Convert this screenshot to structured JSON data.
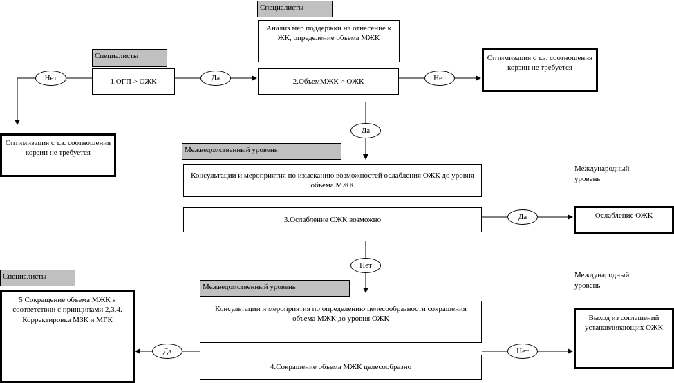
{
  "labels": {
    "specialists_top": "Специалисты",
    "specialists_left": "Специалисты",
    "interdept_1": "Межведомственный уровень",
    "interdept_2": "Межведомственный уровень",
    "specialists_bottom": "Специалисты",
    "intl_1": "Международный уровень",
    "intl_2": "Международный уровень"
  },
  "boxes": {
    "analysis": "Анализ мер поддержки на отнесение к ЖК, определение объема МЖК",
    "step1": "1.ОГП > ОЖК",
    "step2": "2.ОбъемМЖК > ОЖК",
    "opt_right": "Оптимизация с т.з. соотношения корзин не требуется",
    "opt_left": "Оптимизация с т.з. соотношения корзин не требуется",
    "consult_1": "Консультации и мероприятия по изысканию возможностей ослабления ОЖК до уровня объема МЖК",
    "step3": "3.Ослабление ОЖК возможно",
    "weaken": "Ослабление ОЖК",
    "consult_2": "Консультации и мероприятия по определению целесообразности сокращения объема МЖК до уровня ОЖК",
    "step4": "4.Сокращение объема МЖК целесообразно",
    "reduce": "5 Сокращение объема МЖК в соответствии с принципами 2,3,4. Корректировка МЗК и МГК",
    "exit": "Выход из соглашений устанавливающих ОЖК"
  },
  "ovals": {
    "no_1": "Нет",
    "yes_1": "Да",
    "no_2": "Нет",
    "yes_2": "Да",
    "yes_3": "Да",
    "no_3": "Нет",
    "yes_4": "Да",
    "no_4": "Нет"
  }
}
